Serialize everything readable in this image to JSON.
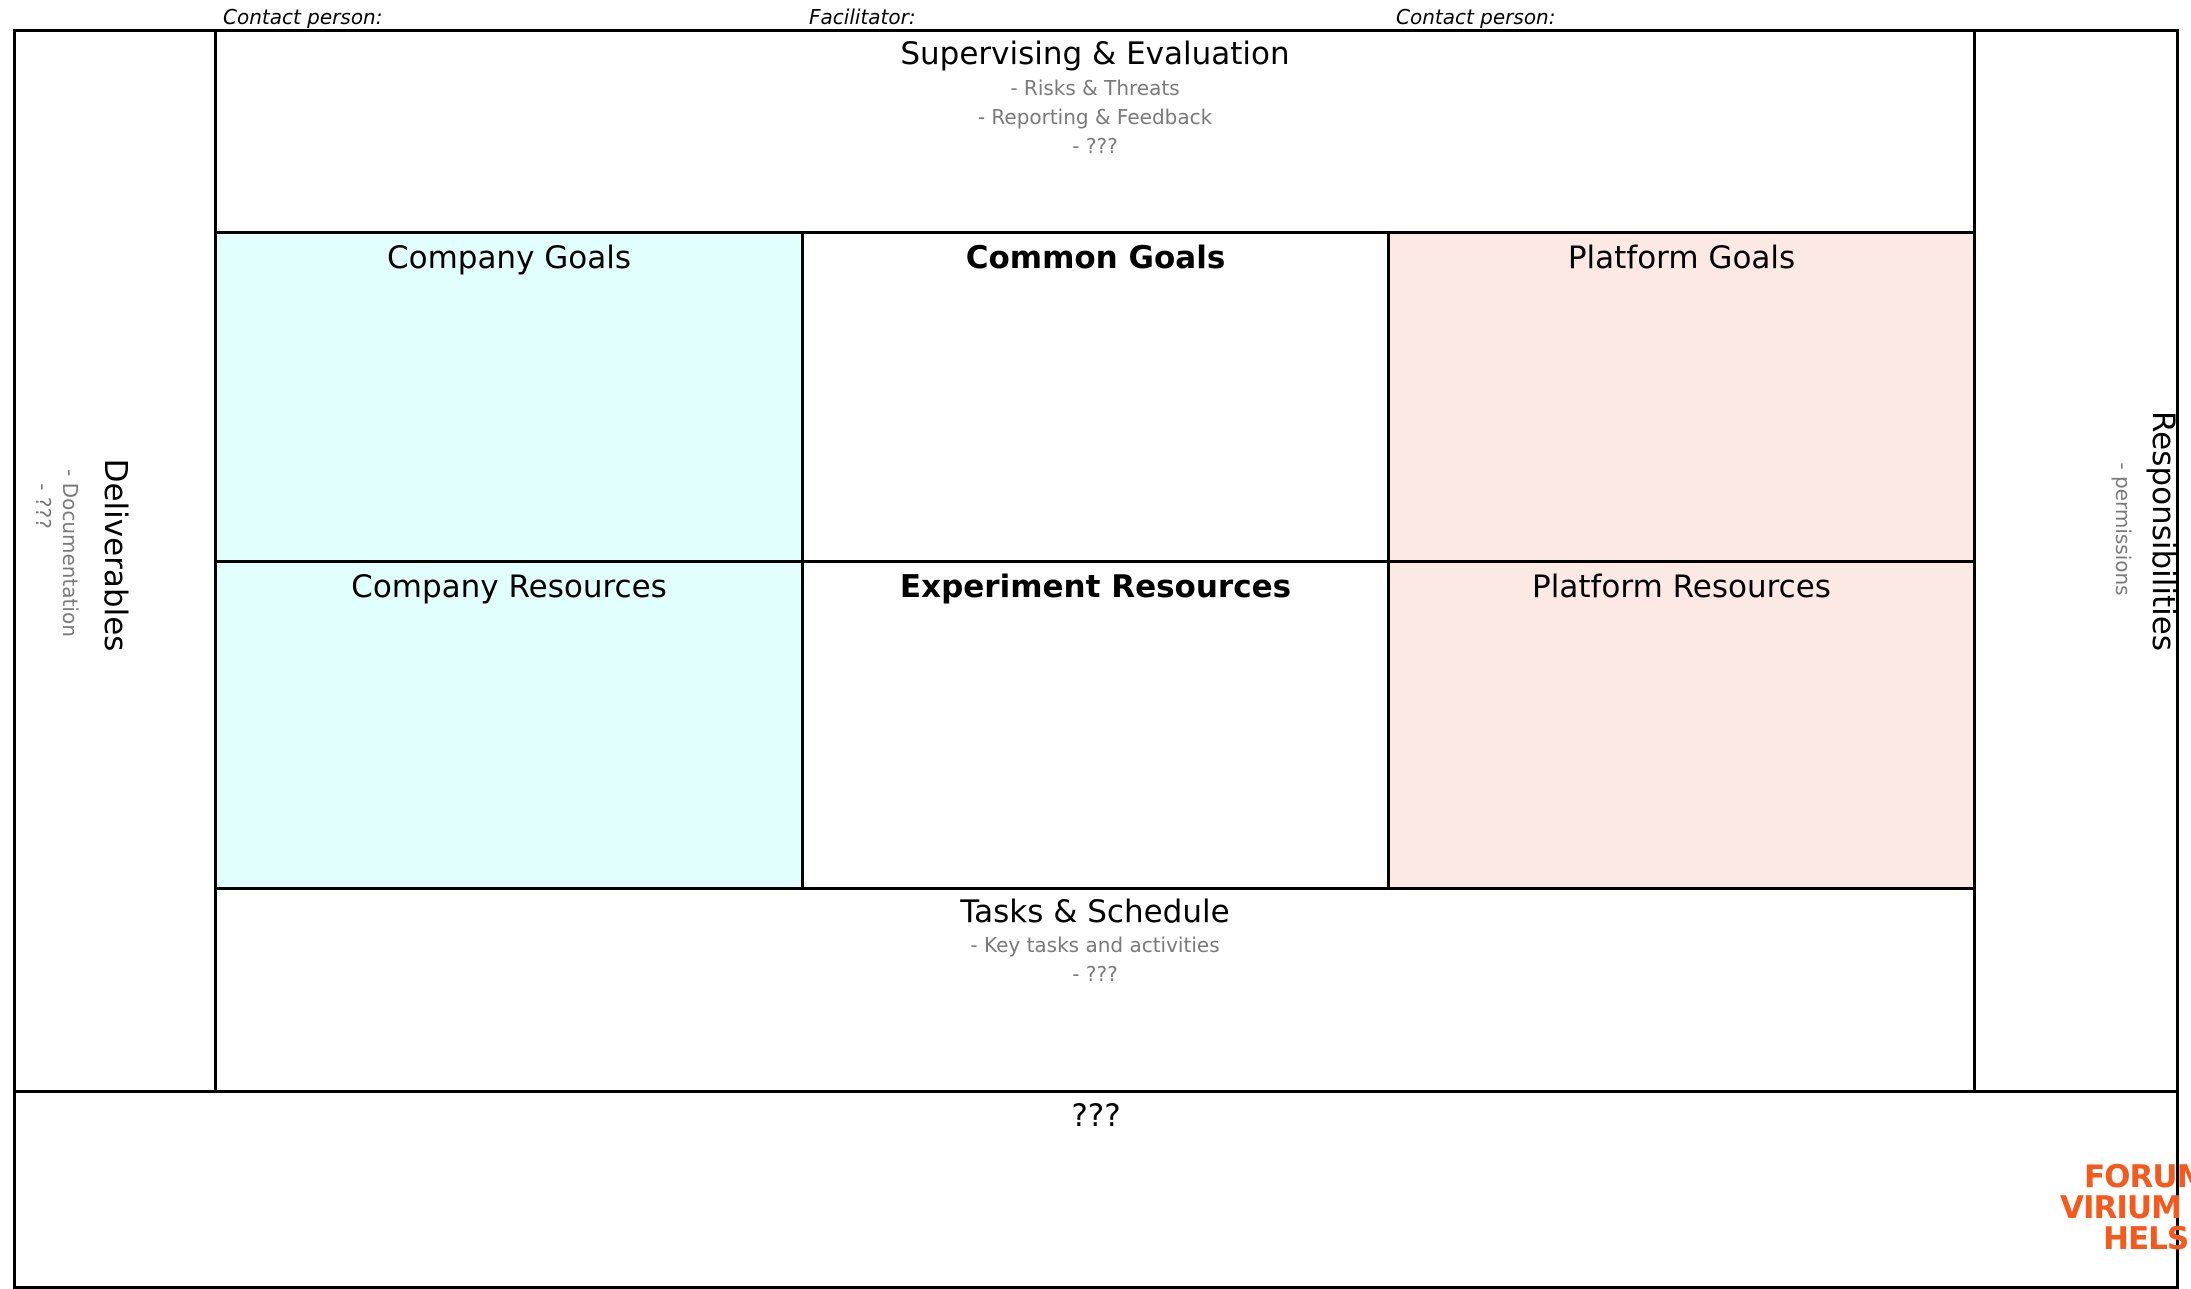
{
  "header": {
    "contact_left": "Contact person:",
    "facilitator": "Facilitator:",
    "contact_right": "Contact person:"
  },
  "supervising": {
    "title": "Supervising & Evaluation",
    "items": [
      "- Risks & Threats",
      "- Reporting & Feedback",
      "- ???"
    ]
  },
  "company_goals": {
    "title": "Company Goals",
    "color": "#e0fffd"
  },
  "common_goals": {
    "title": "Common Goals"
  },
  "platform_goals": {
    "title": "Platform Goals",
    "color": "#fde9e3"
  },
  "company_resources": {
    "title": "Company Resources",
    "color": "#e0fffd"
  },
  "experiment_resources": {
    "title": "Experiment Resources"
  },
  "platform_resources": {
    "title": "Platform Resources",
    "color": "#fde9e3"
  },
  "tasks": {
    "title": "Tasks & Schedule",
    "items": [
      "- Key tasks and activities",
      "- ???"
    ]
  },
  "deliverables": {
    "title": "Deliverables",
    "items": [
      "- Documentation",
      "- ???"
    ]
  },
  "responsibilities": {
    "title": "Responsibilities",
    "items": [
      "- permissions"
    ]
  },
  "footer": {
    "title": "???"
  },
  "logo": {
    "lines": [
      "FORUM",
      "VIRIUM",
      "HELSINKI"
    ],
    "color": "#f45a1e"
  }
}
